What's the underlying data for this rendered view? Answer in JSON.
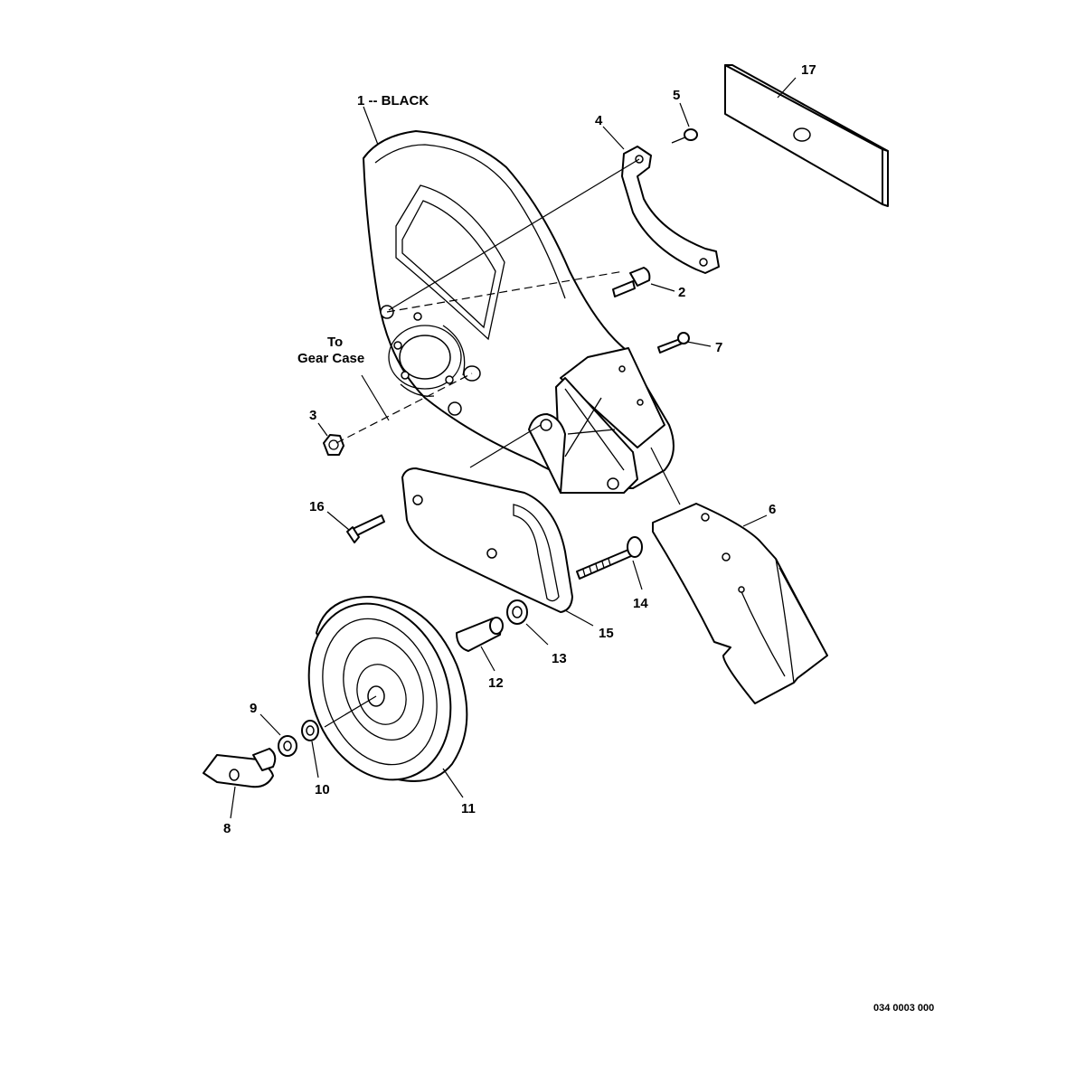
{
  "labels": {
    "p1": "1 -- BLACK",
    "p2": "2",
    "p3": "3",
    "p4": "4",
    "p5": "5",
    "p6": "6",
    "p7": "7",
    "p8": "8",
    "p9": "9",
    "p10": "10",
    "p11": "11",
    "p12": "12",
    "p13": "13",
    "p14": "14",
    "p15": "15",
    "p16": "16",
    "p17": "17",
    "to_line1": "To",
    "to_line2": "Gear Case"
  },
  "drawing_code": "034 0003 000"
}
